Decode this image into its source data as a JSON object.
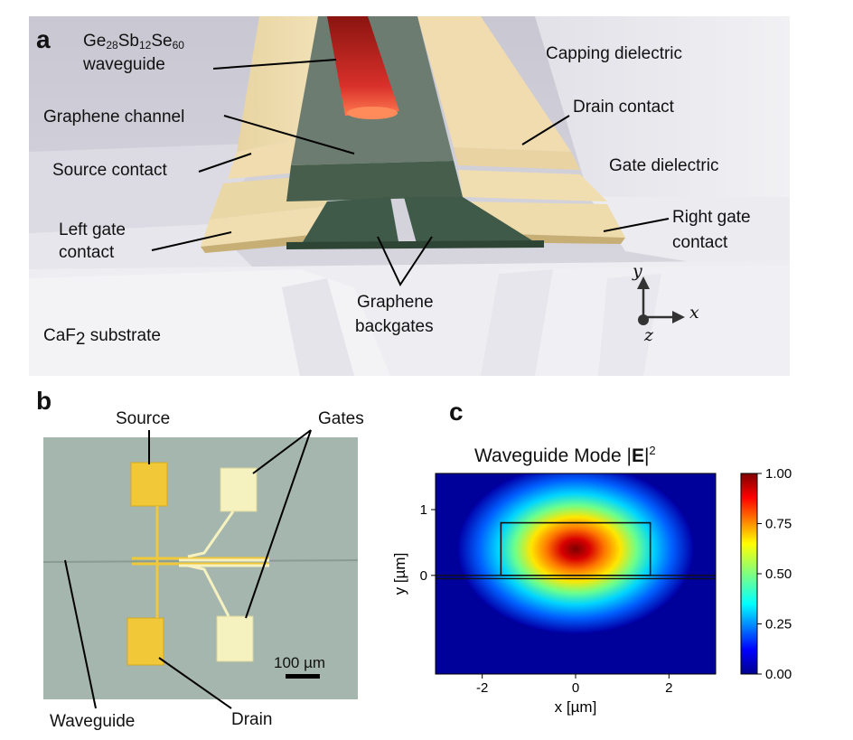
{
  "panel_a": {
    "letter": "a",
    "waveguide_label_line1": "Ge",
    "waveguide_sub1": "28",
    "waveguide_label_sb": "Sb",
    "waveguide_sub2": "12",
    "waveguide_label_se": "Se",
    "waveguide_sub3": "60",
    "waveguide_label_line2": "waveguide",
    "capping": "Capping dielectric",
    "graphene_channel": "Graphene channel",
    "drain_contact": "Drain contact",
    "source_contact": "Source contact",
    "gate_dielectric": "Gate dielectric",
    "left_gate_1": "Left gate",
    "left_gate_2": "contact",
    "right_gate_1": "Right gate",
    "right_gate_2": "contact",
    "backgates_1": "Graphene",
    "backgates_2": "backgates",
    "substrate_pre": "CaF",
    "substrate_sub": "2",
    "substrate_post": " substrate",
    "axis_y": "y",
    "axis_x": "x",
    "axis_z": "z"
  },
  "panel_b": {
    "letter": "b",
    "source": "Source",
    "gates": "Gates",
    "waveguide": "Waveguide",
    "drain": "Drain",
    "scalebar": "100 µm"
  },
  "panel_c": {
    "letter": "c",
    "title_pre": "Waveguide Mode |",
    "title_bold": "E",
    "title_post": "|",
    "title_sup": "2"
  },
  "chart_data": {
    "type": "heatmap",
    "title": "Waveguide Mode |E|^2",
    "xlabel": "x [µm]",
    "ylabel": "y [µm]",
    "xlim": [
      -3,
      3
    ],
    "ylim": [
      -1.5,
      1.55
    ],
    "xticks": [
      -2,
      0,
      2
    ],
    "xtick_labels": [
      "-2",
      "0",
      "2"
    ],
    "yticks": [
      0,
      1
    ],
    "ytick_labels": [
      "0",
      "1"
    ],
    "peak": {
      "x": 0,
      "y": 0.4,
      "value": 1.0
    },
    "waveguide_rect": {
      "x0": -1.6,
      "x1": 1.6,
      "y0": 0,
      "y1": 0.8
    },
    "substrate_lines_y": [
      0,
      -0.05
    ],
    "colorbar": {
      "min": 0,
      "max": 1,
      "ticks": [
        0,
        0.25,
        0.5,
        0.75,
        1.0
      ],
      "tick_labels": [
        "0.00",
        "0.25",
        "0.50",
        "0.75",
        "1.00"
      ],
      "colormap": "jet"
    }
  },
  "colors": {
    "waveguide_red": "#d8302a",
    "graphene": "#3f5a48",
    "contact_gold": "#e9d6a3",
    "substrate": "#e8e8ec",
    "micro_bg": "#a8b8b1",
    "pad_gold": "#f0c838",
    "pad_pale": "#f6f2c0"
  }
}
